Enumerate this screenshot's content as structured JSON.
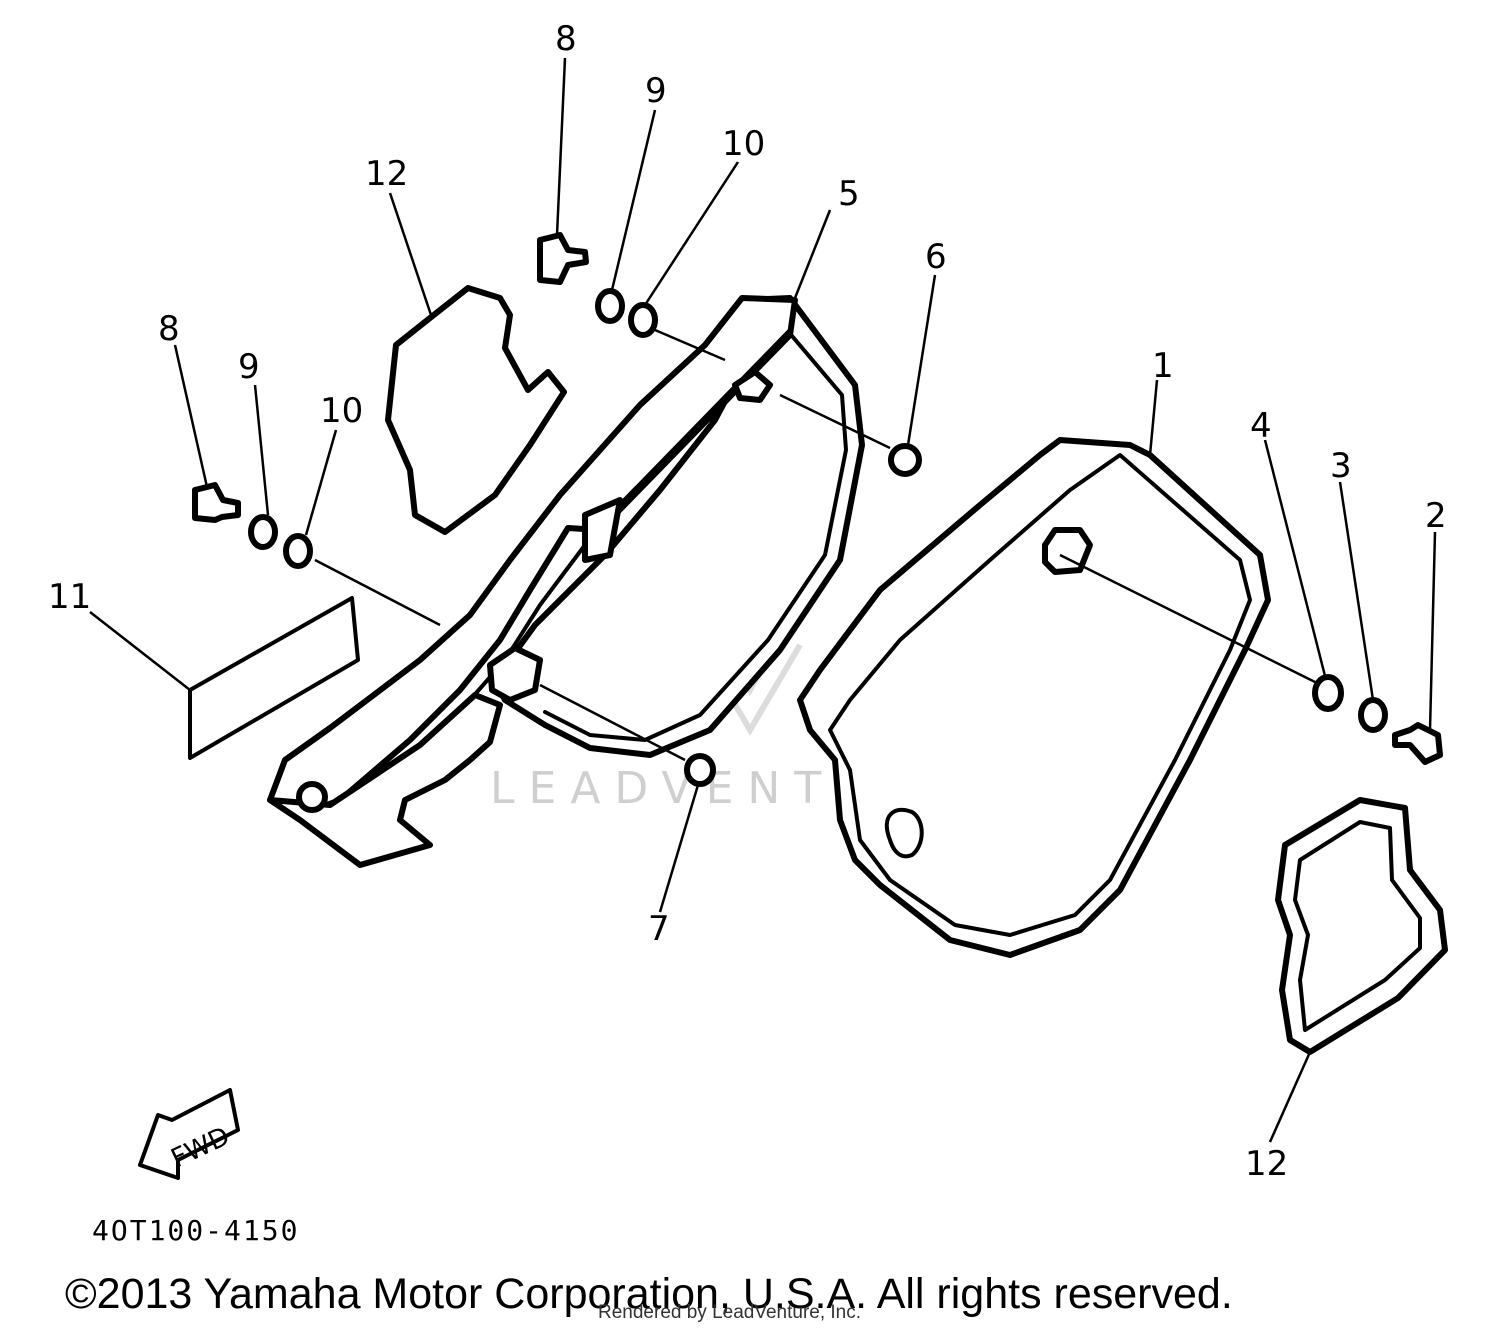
{
  "callouts": {
    "c1": "1",
    "c2": "2",
    "c3": "3",
    "c4": "4",
    "c5": "5",
    "c6": "6",
    "c7": "7",
    "c8a": "8",
    "c8b": "8",
    "c9a": "9",
    "c9b": "9",
    "c10a": "10",
    "c10b": "10",
    "c11": "11",
    "c12a": "12",
    "c12b": "12"
  },
  "fwd_label": "FWD",
  "diagram_code": "4OT100-4150",
  "watermark": "LEADVENTURE",
  "copyright": "©2013 Yamaha Motor Corporation, U.S.A. All rights reserved.",
  "rendered_by": "Rendered by LeadVenture, Inc."
}
